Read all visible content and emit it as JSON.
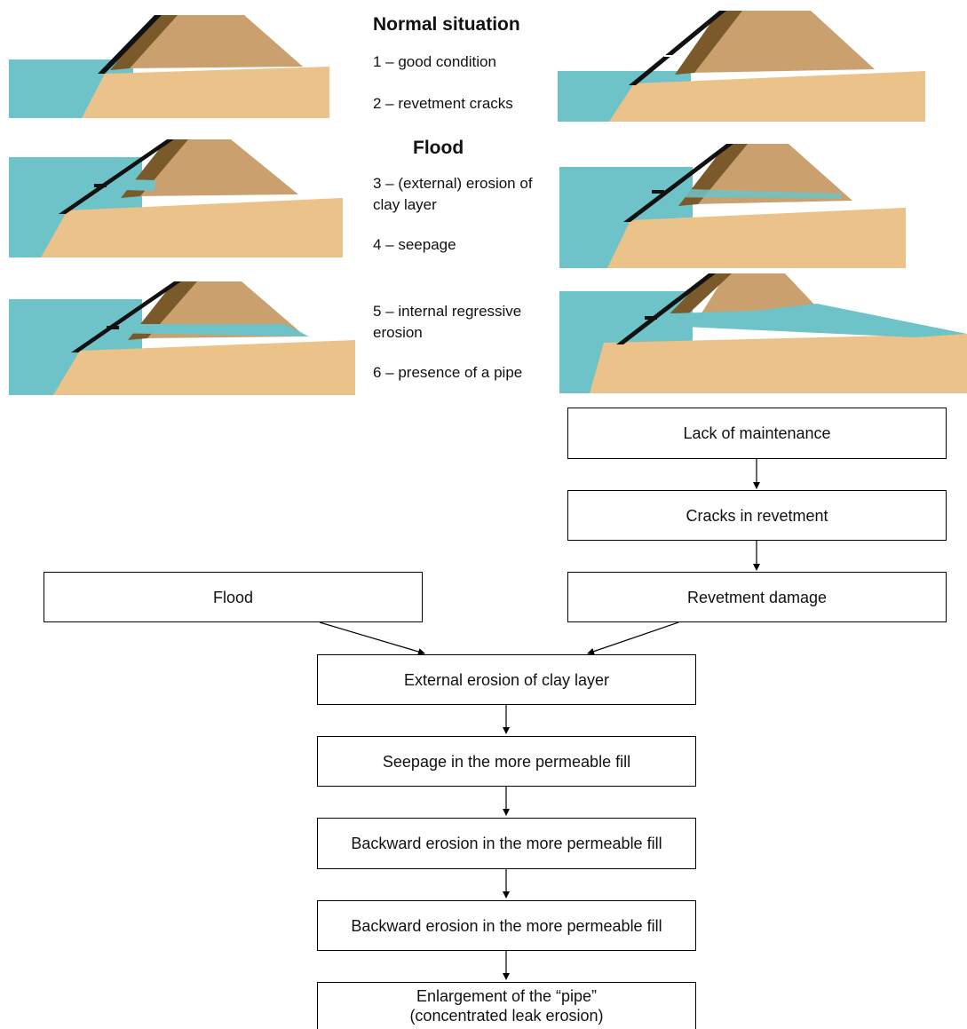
{
  "colors": {
    "water": "#6ec3c8",
    "soil": "#eac28a",
    "dike_body": "#c9a06e",
    "clay_layer": "#7a5a2a",
    "revetment": "#111111",
    "box_border": "#000000"
  },
  "legend": {
    "normal_heading": "Normal situation",
    "flood_heading": "Flood",
    "items": [
      "1 – good condition",
      "2 – revetment cracks",
      "3 – (external) erosion of clay layer",
      "4 – seepage",
      "5 – internal regressive erosion",
      "6 – presence of a pipe"
    ]
  },
  "dike_sketches": [
    {
      "stage": 1,
      "water_infiltration": "none",
      "revetment_crack": false
    },
    {
      "stage": 2,
      "water_infiltration": "none",
      "revetment_crack": true
    },
    {
      "stage": 3,
      "water_infiltration": "clay layer eroded",
      "revetment_crack": true
    },
    {
      "stage": 4,
      "water_infiltration": "seepage",
      "revetment_crack": true
    },
    {
      "stage": 5,
      "water_infiltration": "internal regressive erosion",
      "revetment_crack": true
    },
    {
      "stage": 6,
      "water_infiltration": "pipe",
      "revetment_crack": true
    }
  ],
  "flowchart": {
    "lack_of_maintenance": "Lack of maintenance",
    "cracks_in_revetment": "Cracks in revetment",
    "flood": "Flood",
    "revetment_damage": "Revetment damage",
    "external_erosion": "External erosion of clay layer",
    "seepage": "Seepage in the more permeable fill",
    "backward_erosion_1": "Backward erosion in the more permeable fill",
    "backward_erosion_2": "Backward erosion in the more permeable fill",
    "enlargement_line1": "Enlargement of the “pipe”",
    "enlargement_line2": "(concentrated leak erosion)"
  }
}
